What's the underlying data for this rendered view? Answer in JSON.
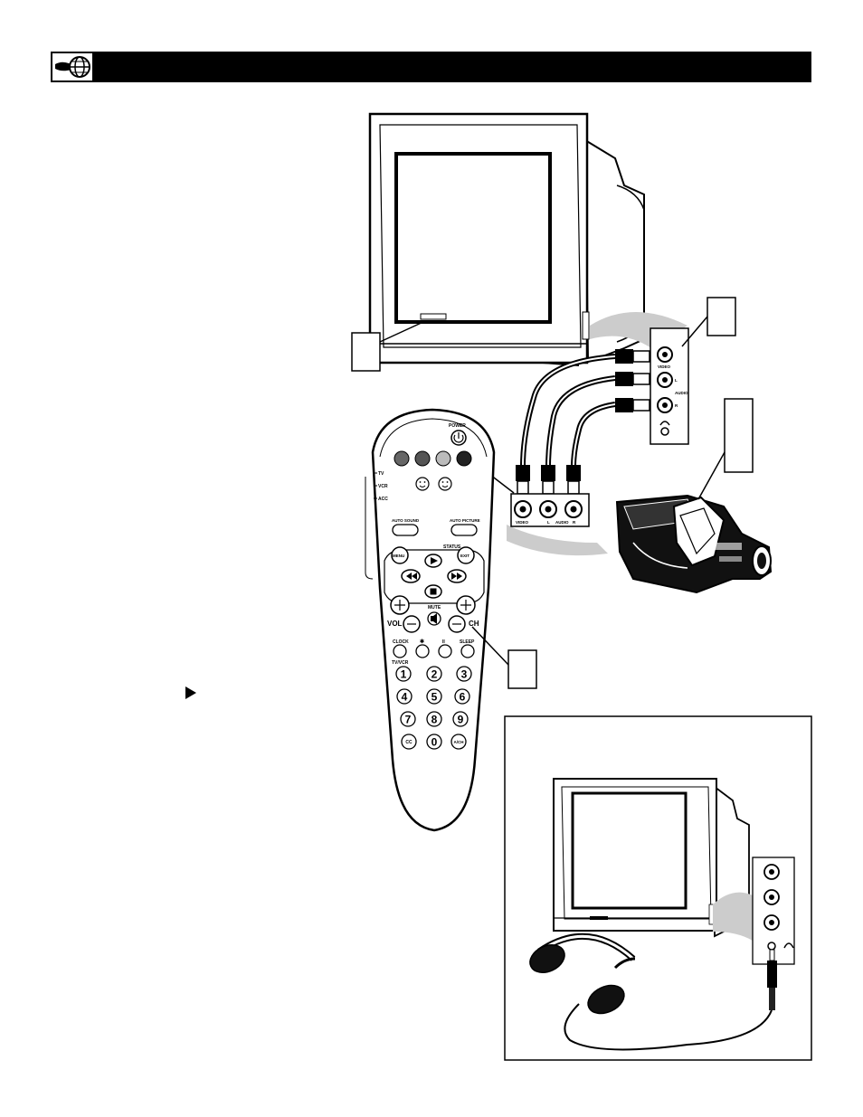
{
  "remote": {
    "mode_labels": [
      "TV",
      "VCR",
      "ACC"
    ],
    "power_label": "POWER",
    "auto_sound_label": "AUTO SOUND",
    "auto_picture_label": "AUTO PICTURE",
    "menu_label": "MENU",
    "status_label": "STATUS",
    "exit_label": "EXIT",
    "mute_label": "MUTE",
    "vol_label": "VOL",
    "ch_label": "CH",
    "clock_label": "CLOCK",
    "pause_label": "II",
    "sleep_label": "SLEEP",
    "tvvcr_label": "TV/VCR",
    "digits": [
      "1",
      "2",
      "3",
      "4",
      "5",
      "6",
      "7",
      "8",
      "9"
    ],
    "cc_label": "CC",
    "zero_label": "0",
    "ach_label": "A/CH"
  },
  "tv_jack_panel": {
    "video_label": "VIDEO",
    "l_label": "L",
    "audio_label": "AUDIO",
    "r_label": "R"
  },
  "cable_jack_panel": {
    "video_label": "VIDEO",
    "l_label": "L",
    "audio_label": "AUDIO",
    "r_label": "R"
  },
  "icons": {
    "header": "globe-hand-icon",
    "pointer": "play-arrow-icon"
  }
}
